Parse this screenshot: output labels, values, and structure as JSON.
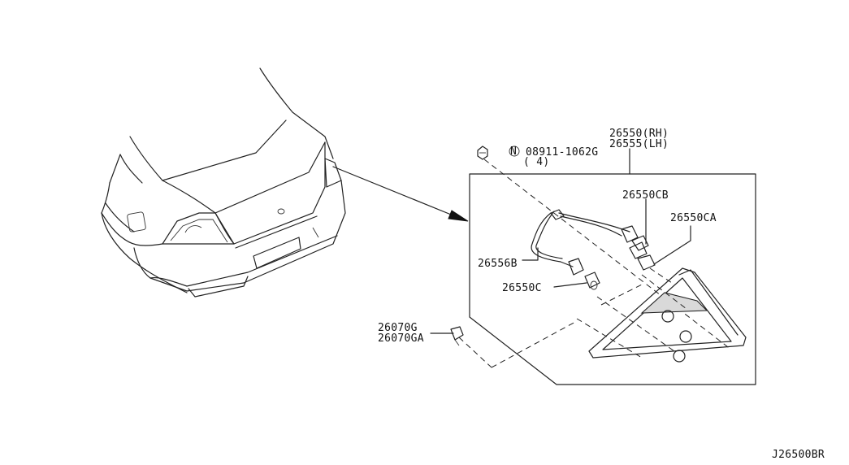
{
  "diagram_id": "J26500BR",
  "fastener": {
    "part_no": "08911-1062G",
    "quantity": "( 4)",
    "symbol": "N"
  },
  "tail_lamp_assy": {
    "rh": "26550(RH)",
    "lh": "26555(LH)"
  },
  "parts": {
    "socket_cb": "26550CB",
    "socket_ca": "26550CA",
    "harness": "26556B",
    "socket_c": "26550C",
    "clip_g": "26070G",
    "clip_ga": "26070GA"
  }
}
